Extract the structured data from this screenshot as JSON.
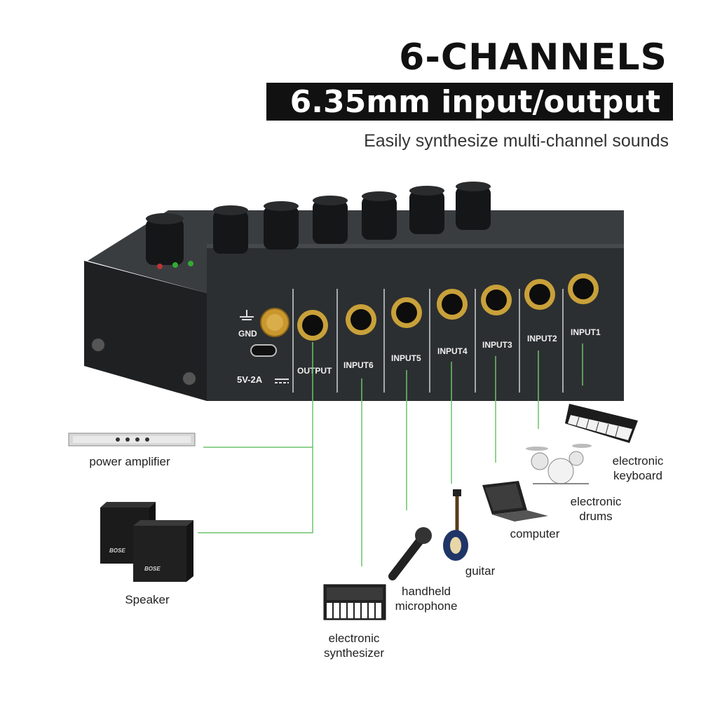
{
  "headline": "6-CHANNELS",
  "subheadline": "6.35mm input/output",
  "tagline": "Easily synthesize multi-channel sounds",
  "panel": {
    "gnd": "GND",
    "power": "5V-2A",
    "ports": [
      "OUTPUT",
      "INPUT6",
      "INPUT5",
      "INPUT4",
      "INPUT3",
      "INPUT2",
      "INPUT1"
    ]
  },
  "devices": {
    "power_amplifier": "power amplifier",
    "speaker": "Speaker",
    "speaker_brand": "BOSE",
    "synth_1": "electronic",
    "synth_2": "synthesizer",
    "mic_1": "handheld",
    "mic_2": "microphone",
    "guitar": "guitar",
    "computer": "computer",
    "drums_1": "electronic",
    "drums_2": "drums",
    "keyboard_1": "electronic",
    "keyboard_2": "keyboard"
  },
  "colors": {
    "connector_line": "#6cc36c",
    "jack_gold": "#c9a13a",
    "body": "#2c2f31"
  }
}
